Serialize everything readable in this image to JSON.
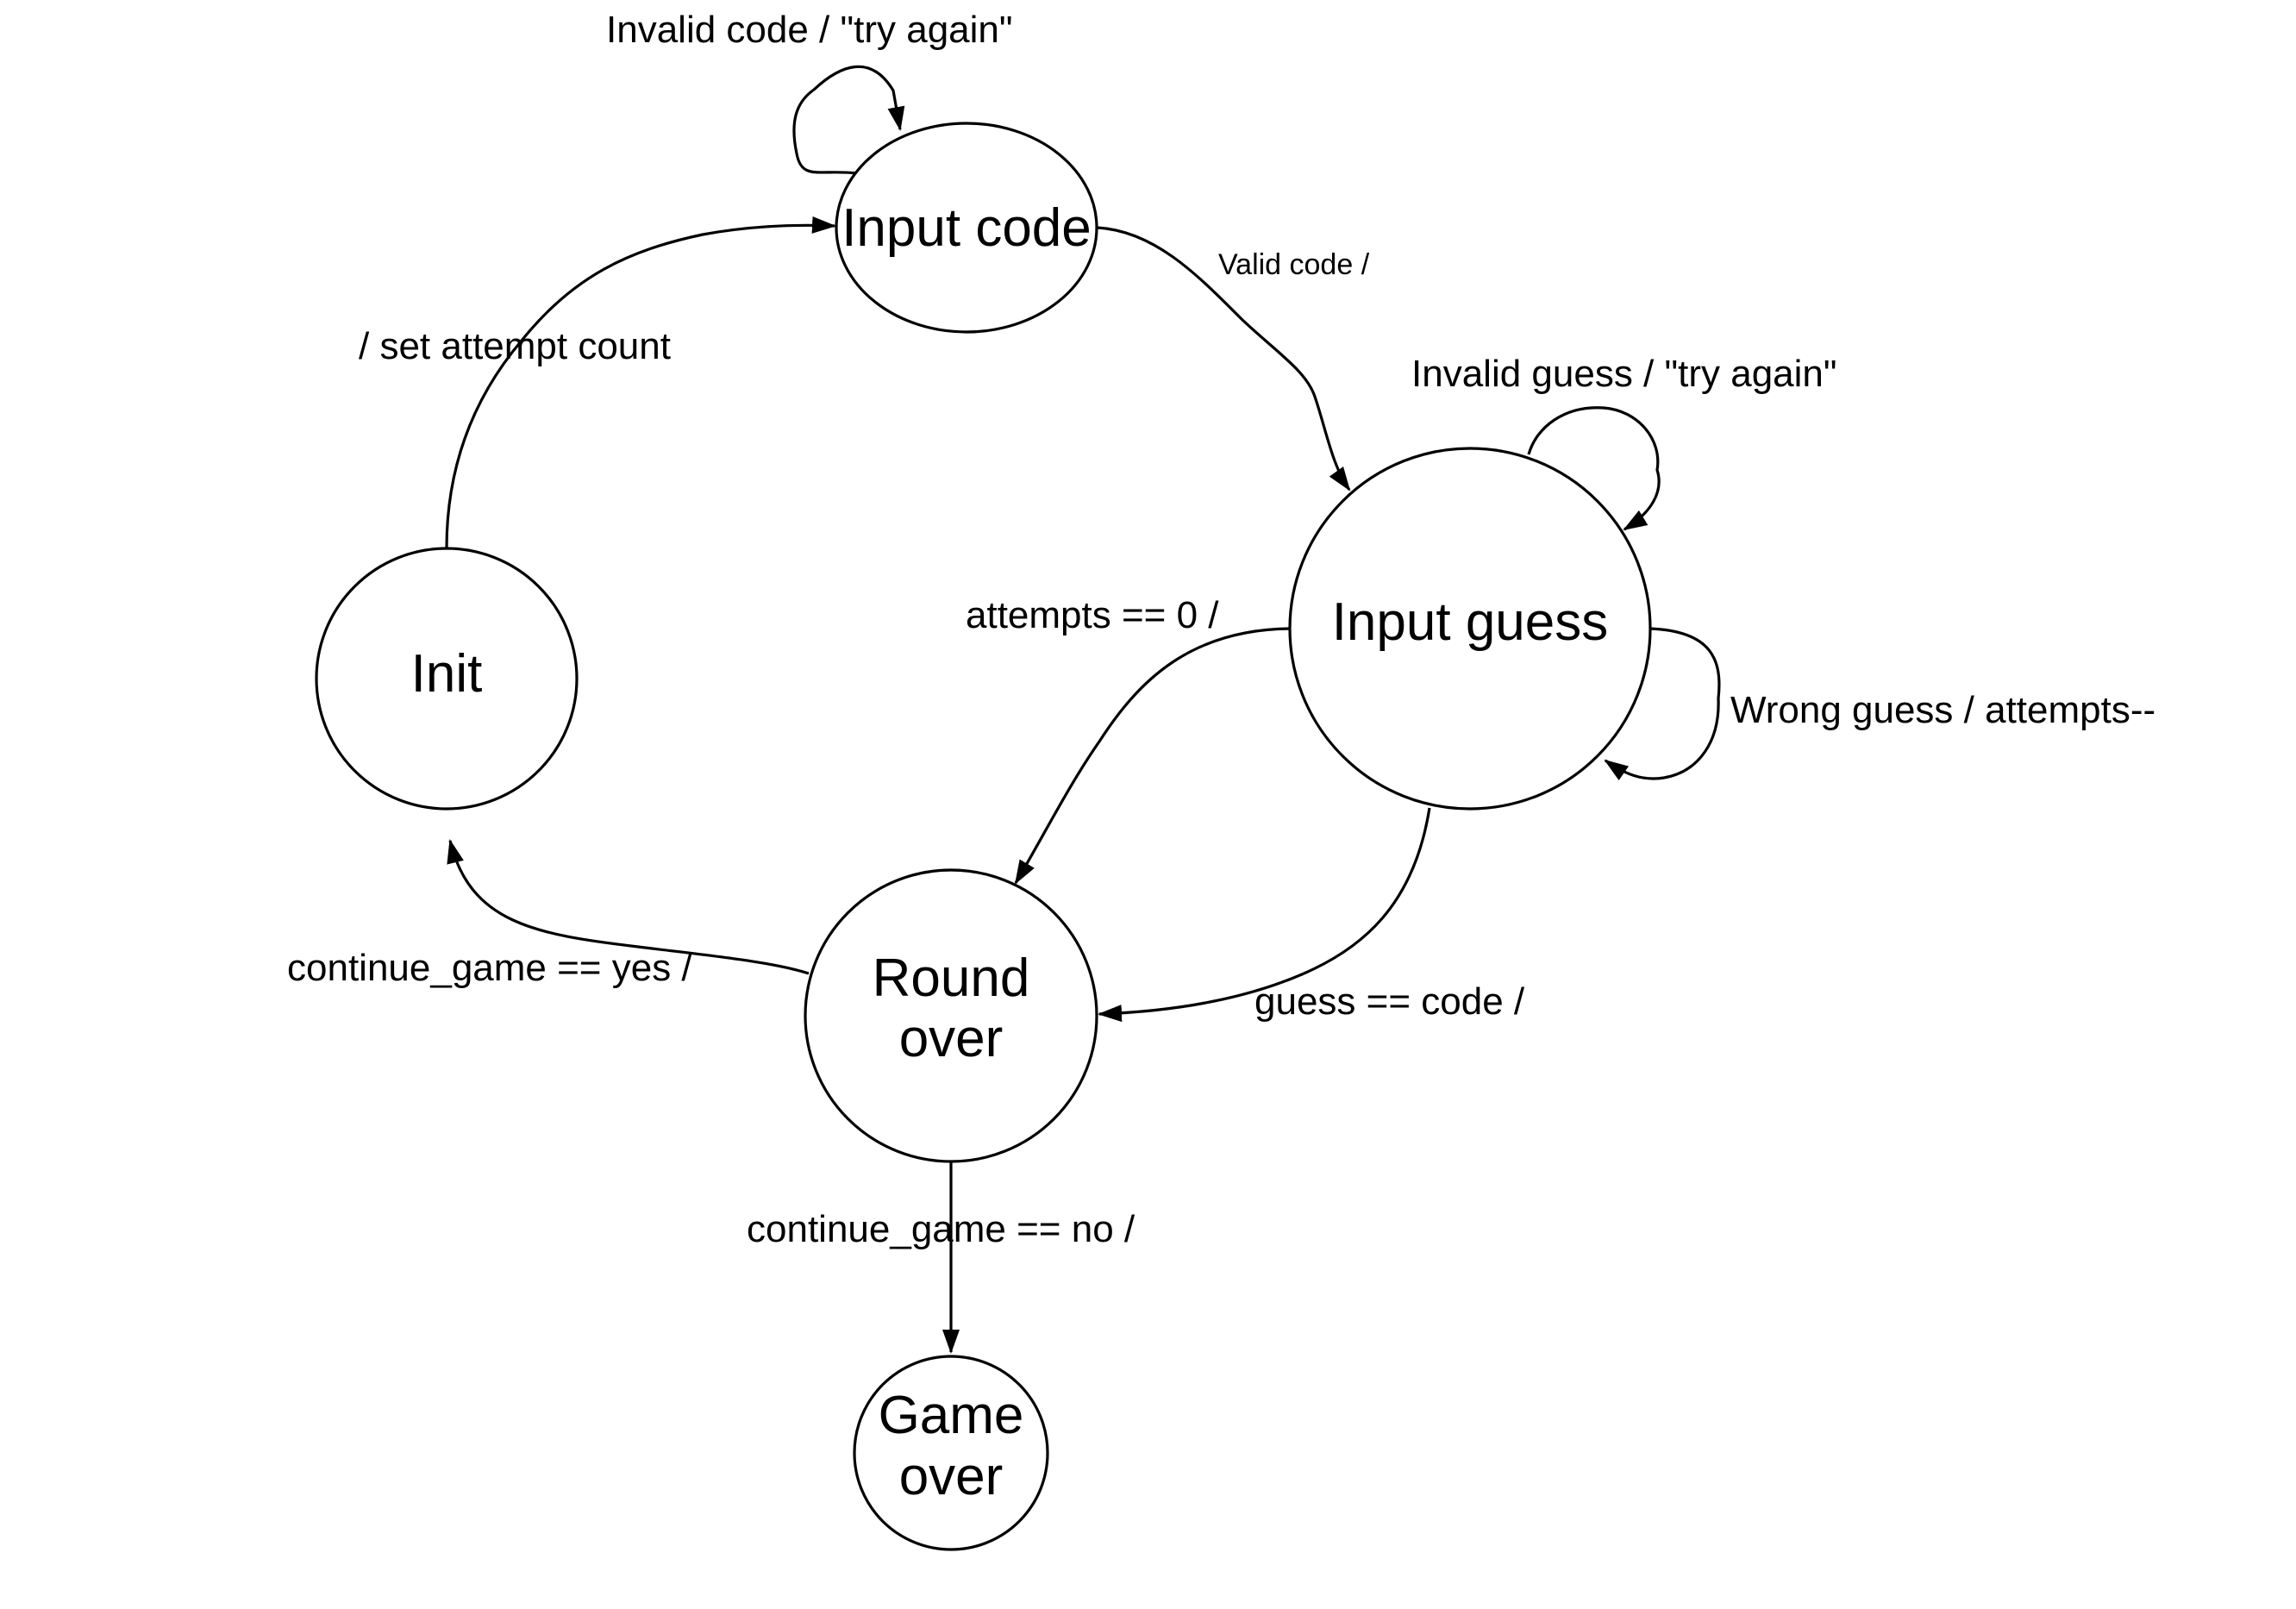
{
  "states": {
    "input_code": "Input code",
    "input_guess": "Input guess",
    "init": "Init",
    "round_over": [
      "Round",
      "over"
    ],
    "game_over": [
      "Game",
      "over"
    ]
  },
  "transitions": {
    "invalid_code": "Invalid code / \"try again\"",
    "valid_code": "Valid code /",
    "invalid_guess": "Invalid guess / \"try again\"",
    "wrong_guess": "Wrong guess / attempts--",
    "attempts_zero": "attempts == 0 /",
    "guess_correct": "guess == code /",
    "set_attempt_count": "/ set attempt count",
    "continue_yes": "continue_game == yes /",
    "continue_no": "continue_game == no /"
  }
}
